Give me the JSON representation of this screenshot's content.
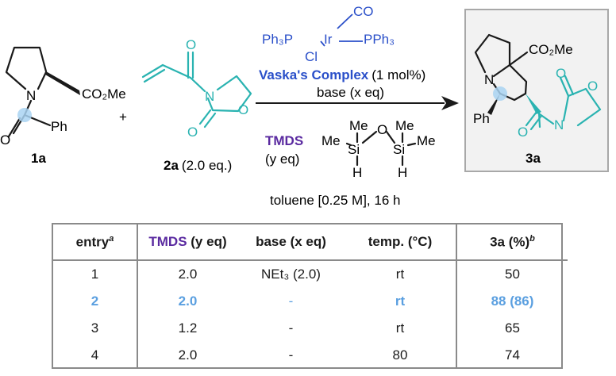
{
  "scheme": {
    "sm1": {
      "label": "1a",
      "ester": "CO₂Me",
      "n": "N",
      "o": "O",
      "ph": "Ph"
    },
    "plus": "+",
    "sm2": {
      "label": "2a",
      "equiv": "(2.0 eq.)",
      "n": "N",
      "o": "O"
    },
    "catalyst": {
      "co": "CO",
      "ph3p": "Ph₃P",
      "ir": "Ir",
      "pph3": "PPh₃",
      "cl": "Cl",
      "name": "Vaska's Complex",
      "loading": "(1 mol%)"
    },
    "base": "base (x eq)",
    "reductant": {
      "name": "TMDS",
      "equiv": "(y eq)",
      "me": "Me",
      "si": "Si",
      "o": "O",
      "h": "H"
    },
    "conditions": "toluene [0.25 M], 16 h",
    "product": {
      "label": "3a",
      "ester": "CO₂Me",
      "n": "N",
      "ph": "Ph",
      "o": "O"
    },
    "colors": {
      "teal": "#2ab3b1",
      "blue": "#2a4fc9",
      "purple": "#5a2aa0",
      "highlight": "#5a9fe0",
      "dot": "#a9d3f2"
    }
  },
  "table": {
    "headers": {
      "entry": "entry",
      "entry_sup": "a",
      "tmds": "TMDS",
      "tmds_rest": " (y eq)",
      "base": "base (x eq)",
      "temp": "temp. (°C)",
      "yield": "3a (%)",
      "yield_sup": "b"
    },
    "rows": [
      {
        "entry": "1",
        "tmds": "2.0",
        "base": "NEt₃ (2.0)",
        "temp": "rt",
        "yield": "50"
      },
      {
        "entry": "2",
        "tmds": "2.0",
        "base": "-",
        "temp": "rt",
        "yield": "88 (86)"
      },
      {
        "entry": "3",
        "tmds": "1.2",
        "base": "-",
        "temp": "rt",
        "yield": "65"
      },
      {
        "entry": "4",
        "tmds": "2.0",
        "base": "-",
        "temp": "80",
        "yield": "74"
      }
    ]
  }
}
